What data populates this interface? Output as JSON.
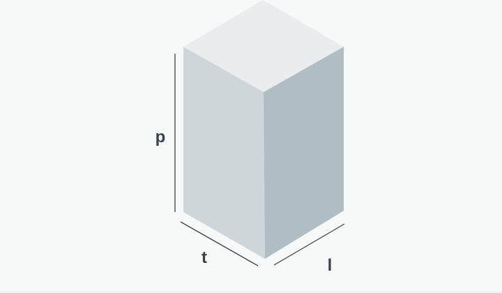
{
  "figure": {
    "labels": {
      "height": "p",
      "width": "t",
      "length": "l"
    },
    "colors": {
      "background": "#f7f8f8",
      "top_face": "#eaedef",
      "left_face": "#ced6da",
      "right_face": "#b0bec4",
      "dimension_ink": "#37434a"
    }
  }
}
